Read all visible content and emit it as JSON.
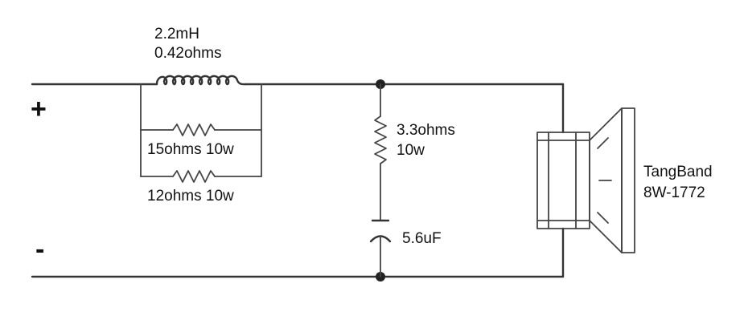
{
  "terminals": {
    "positive": "+",
    "negative": "-"
  },
  "inductor": {
    "value": "2.2mH",
    "resistance": "0.42ohms"
  },
  "parallel_resistors": [
    {
      "label": "15ohms 10w"
    },
    {
      "label": "12ohms 10w"
    }
  ],
  "shunt_resistor": {
    "value": "3.3ohms",
    "power": "10w"
  },
  "capacitor": {
    "value": "5.6uF"
  },
  "speaker": {
    "brand": "TangBand",
    "model": "8W-1772"
  },
  "colors": {
    "wire": "#333333",
    "text": "#111111",
    "background": "#ffffff"
  }
}
